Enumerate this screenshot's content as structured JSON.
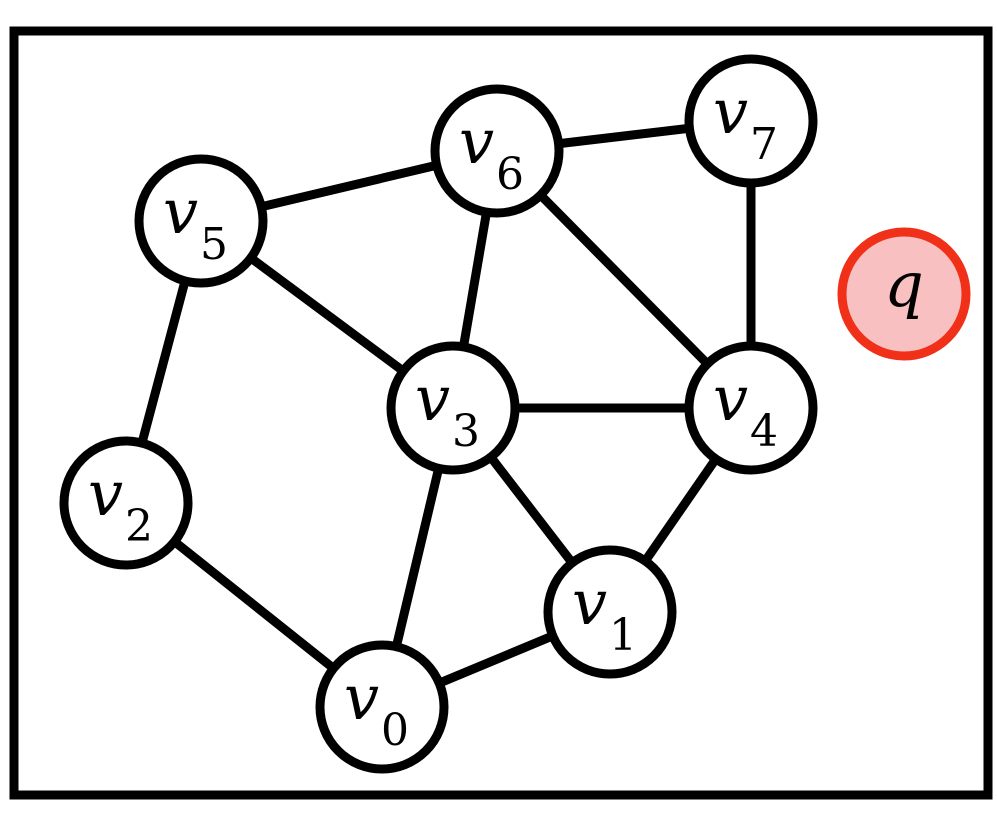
{
  "diagram": {
    "nodes": [
      {
        "id": "v0",
        "letter": "v",
        "sub": "0"
      },
      {
        "id": "v1",
        "letter": "v",
        "sub": "1"
      },
      {
        "id": "v2",
        "letter": "v",
        "sub": "2"
      },
      {
        "id": "v3",
        "letter": "v",
        "sub": "3"
      },
      {
        "id": "v4",
        "letter": "v",
        "sub": "4"
      },
      {
        "id": "v5",
        "letter": "v",
        "sub": "5"
      },
      {
        "id": "v6",
        "letter": "v",
        "sub": "6"
      },
      {
        "id": "v7",
        "letter": "v",
        "sub": "7"
      }
    ],
    "edges": [
      [
        "v0",
        "v1"
      ],
      [
        "v0",
        "v2"
      ],
      [
        "v0",
        "v3"
      ],
      [
        "v1",
        "v3"
      ],
      [
        "v1",
        "v4"
      ],
      [
        "v2",
        "v5"
      ],
      [
        "v3",
        "v4"
      ],
      [
        "v3",
        "v5"
      ],
      [
        "v3",
        "v6"
      ],
      [
        "v4",
        "v6"
      ],
      [
        "v4",
        "v7"
      ],
      [
        "v5",
        "v6"
      ],
      [
        "v6",
        "v7"
      ]
    ],
    "query": {
      "id": "q",
      "letter": "q"
    },
    "colors": {
      "stroke": "#000000",
      "node_fill": "#ffffff",
      "query_fill": "#f8c0c0",
      "query_stroke": "#f03018"
    }
  }
}
